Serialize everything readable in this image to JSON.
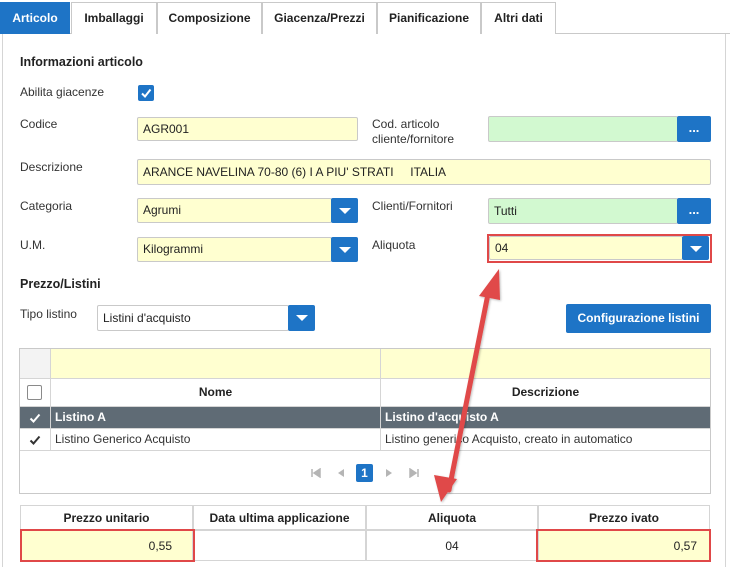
{
  "tabs": [
    {
      "label": "Articolo",
      "active": true
    },
    {
      "label": "Imballaggi"
    },
    {
      "label": "Composizione"
    },
    {
      "label": "Giacenza/Prezzi"
    },
    {
      "label": "Pianificazione"
    },
    {
      "label": "Altri dati"
    }
  ],
  "info": {
    "title": "Informazioni articolo",
    "abilita_label": "Abilita giacenze",
    "codice_label": "Codice",
    "codice_value": "AGR001",
    "cod_cliente_label_1": "Cod. articolo",
    "cod_cliente_label_2": "cliente/fornitore",
    "cod_cliente_value": "",
    "dots": "...",
    "descrizione_label": "Descrizione",
    "descrizione_value": "ARANCE NAVELINA 70-80 (6) I A PIU' STRATI     ITALIA",
    "categoria_label": "Categoria",
    "categoria_value": "Agrumi",
    "clienti_label": "Clienti/Fornitori",
    "clienti_value": "Tutti",
    "um_label": "U.M.",
    "um_value": "Kilogrammi",
    "aliquota_label": "Aliquota",
    "aliquota_value": "04"
  },
  "prezzo": {
    "title": "Prezzo/Listini",
    "tipo_label": "Tipo listino",
    "tipo_value": "Listini d'acquisto",
    "config_button": "Configurazione listini"
  },
  "grid": {
    "col_nome": "Nome",
    "col_descrizione": "Descrizione",
    "rows": [
      {
        "nome": "Listino A",
        "descrizione": "Listino d'acquisto A",
        "selected": true
      },
      {
        "nome": "Listino Generico Acquisto",
        "descrizione": "Listino generico Acquisto, creato in automatico",
        "selected": false
      }
    ],
    "page": "1"
  },
  "bottom": {
    "headers": [
      "Prezzo unitario",
      "Data ultima applicazione",
      "Aliquota",
      "Prezzo ivato"
    ],
    "values": [
      "0,55",
      "",
      "04",
      "0,57"
    ]
  },
  "colors": {
    "accent": "#1e74c6",
    "yellow_field": "#ffffd0",
    "green_field": "#d2f9d0",
    "highlight": "#e04848",
    "selected_row": "#5f6b75"
  }
}
